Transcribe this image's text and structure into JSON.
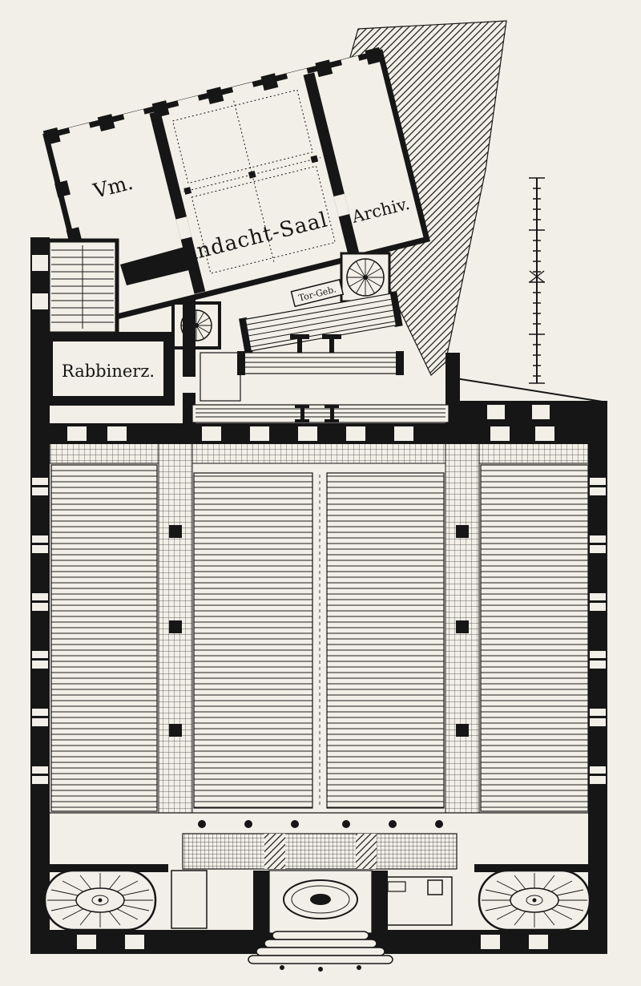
{
  "colors": {
    "paper": "#f2efe8",
    "ink": "#161616"
  },
  "plan": {
    "labels": {
      "vm": "Vm.",
      "andacht_saal": "Andacht-Saal",
      "archiv": "Archiv.",
      "rabbinerz": "Rabbinerz.",
      "tor_geb": "Tor-Geb."
    }
  }
}
